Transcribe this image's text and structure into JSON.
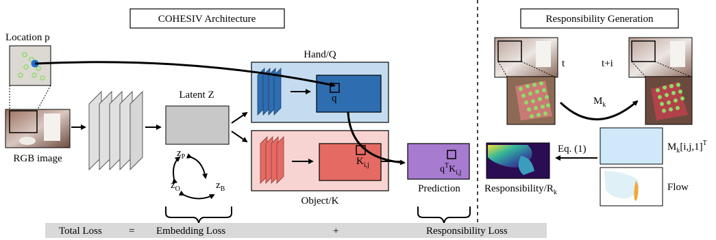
{
  "titles": {
    "architecture": "COHESIV Architecture",
    "responsibility_generation": "Responsibility Generation"
  },
  "labels": {
    "location_p": "Location p",
    "rgb_image": "RGB image",
    "latent_z": "Latent Z",
    "hand_q": "Hand/Q",
    "object_k": "Object/K",
    "prediction": "Prediction",
    "q": "q",
    "k_base": "K",
    "k_sub": "i,j",
    "pred_q": "q",
    "pred_sup": "T",
    "pred_k": "K",
    "pred_sub": "i,j",
    "zp_base": "z",
    "zp_sub": "P",
    "zo_base": "z",
    "zo_sub": "O",
    "zb_base": "z",
    "zb_sub": "B",
    "t": "t",
    "t_plus_i": "t+i",
    "mk_base": "M",
    "mk_sub": "k",
    "eq": "Eq. (1)",
    "mk_full_base": "M",
    "mk_full_sub": "k",
    "mk_full_mid": "[i,j,1]",
    "mk_full_sup": "T",
    "flow": "Flow",
    "resp_base": "Responsibility/R",
    "resp_sub": "k"
  },
  "loss_bar": {
    "total": "Total Loss",
    "equals": "=",
    "embedding": "Embedding Loss",
    "plus": "+",
    "responsibility": "Responsibility Loss"
  },
  "colors": {
    "hand_panel": "#c5dcf0",
    "hand_block": "#2e6db0",
    "object_panel": "#f7d4d2",
    "object_block": "#e46a63",
    "prediction_block": "#a77bd0",
    "latent_block": "#c8c8c8",
    "loss_bar": "#d9d9d9",
    "mk_box": "#cfe9fa"
  }
}
